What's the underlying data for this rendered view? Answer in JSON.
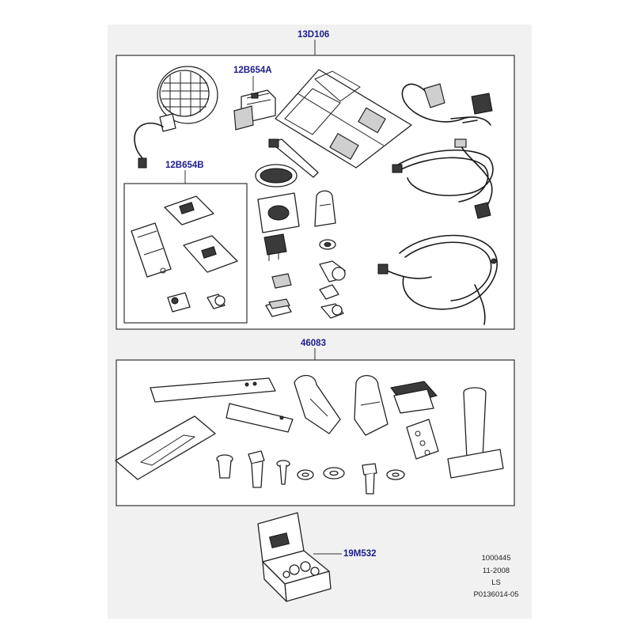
{
  "callouts": {
    "top_kit": "13D106",
    "switch": "12B654A",
    "bezel_kit": "12B654B",
    "lower_kit": "46083",
    "bulb_kit": "19M532"
  },
  "meta": {
    "drawing_no": "1000445",
    "date": "11-2008",
    "initials": "LS",
    "ref": "P0136014-05"
  }
}
